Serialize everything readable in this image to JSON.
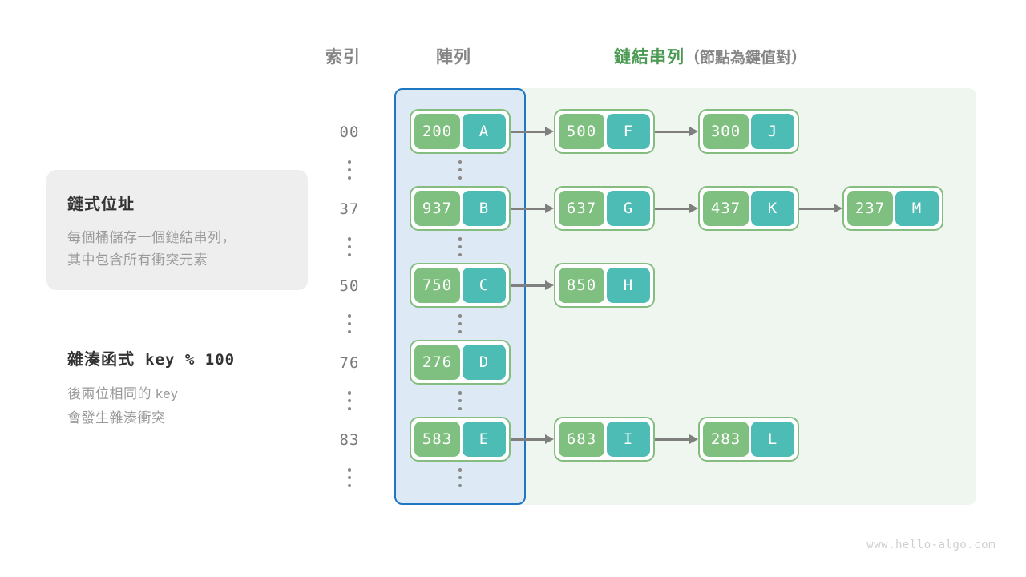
{
  "headers": {
    "index": "索引",
    "array": "陣列",
    "list_main": "鏈結串列",
    "list_sub": "（節點為鍵值對）"
  },
  "info_card": {
    "title": "鏈式位址",
    "line1": "每個桶儲存一個鏈結串列，",
    "line2": "其中包含所有衝突元素"
  },
  "hash_note": {
    "title_label": "雜湊函式",
    "title_code": "key % 100",
    "line1": "後兩位相同的  key",
    "line2": "會發生雜湊衝突"
  },
  "ellipsis": "⋮",
  "watermark": "www.hello-algo.com",
  "colors": {
    "key_fill": "#7fbf7f",
    "value_fill": "#4cbcb5",
    "node_border": "#84bd7f",
    "array_panel_bg": "#ddeaf6",
    "array_panel_border": "#1f77c4",
    "list_panel_bg": "#eff6ef",
    "accent_green": "#4a9a52",
    "arrow": "#7f7f7f",
    "header_gray": "#858585"
  },
  "buckets": [
    {
      "index": "00",
      "nodes": [
        {
          "key": "200",
          "value": "A"
        },
        {
          "key": "500",
          "value": "F"
        },
        {
          "key": "300",
          "value": "J"
        }
      ]
    },
    {
      "index": "37",
      "nodes": [
        {
          "key": "937",
          "value": "B"
        },
        {
          "key": "637",
          "value": "G"
        },
        {
          "key": "437",
          "value": "K"
        },
        {
          "key": "237",
          "value": "M"
        }
      ]
    },
    {
      "index": "50",
      "nodes": [
        {
          "key": "750",
          "value": "C"
        },
        {
          "key": "850",
          "value": "H"
        }
      ]
    },
    {
      "index": "76",
      "nodes": [
        {
          "key": "276",
          "value": "D"
        }
      ]
    },
    {
      "index": "83",
      "nodes": [
        {
          "key": "583",
          "value": "E"
        },
        {
          "key": "683",
          "value": "I"
        },
        {
          "key": "283",
          "value": "L"
        }
      ]
    }
  ]
}
